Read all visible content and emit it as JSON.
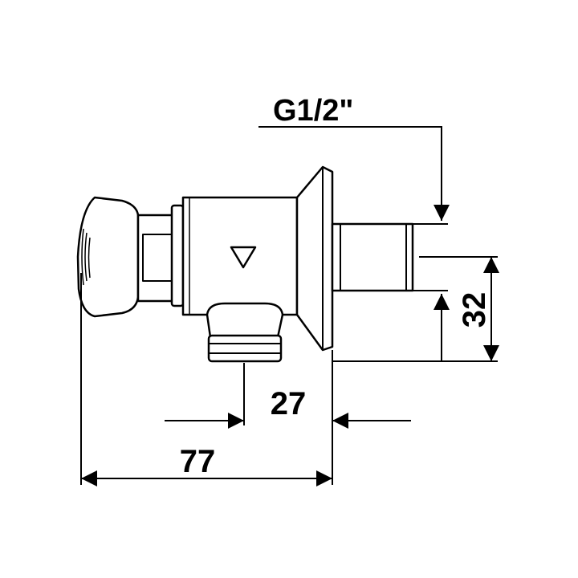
{
  "thread_label": "G1/2\"",
  "dimensions": {
    "outlet_height": "32",
    "outlet_offset": "27",
    "overall_length": "77"
  },
  "colors": {
    "line": "#000000",
    "fill": "#ffffff"
  }
}
